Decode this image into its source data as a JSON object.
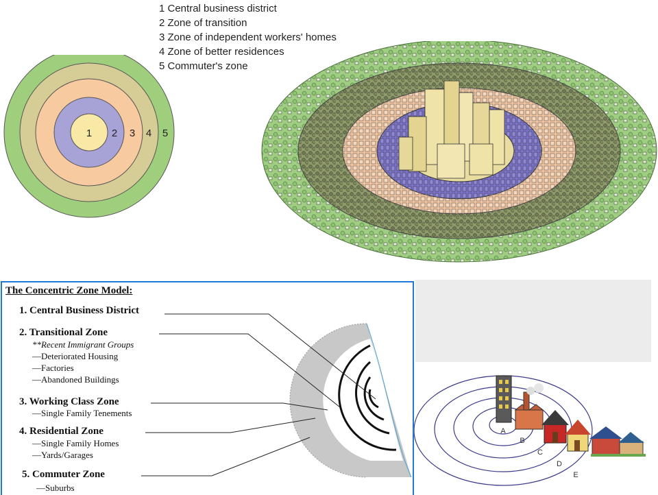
{
  "legend": {
    "items": [
      "1 Central business district",
      "2 Zone of transition",
      "3 Zone of independent workers' homes",
      "4 Zone of better residences",
      "5 Commuter's zone"
    ]
  },
  "rings": {
    "labels": [
      "1",
      "2",
      "3",
      "4",
      "5"
    ],
    "colors": [
      "#f9e9a6",
      "#a8a3d6",
      "#f8caa0",
      "#d6cc95",
      "#9fcf7d"
    ]
  },
  "model": {
    "title": "The Concentric Zone Model:",
    "zones": [
      {
        "label": "1.  Central Business District",
        "details": []
      },
      {
        "label": "2.  Transitional Zone",
        "details": [
          "**Recent Immigrant Groups",
          "—Deteriorated Housing",
          "—Factories",
          "—Abandoned Buildings"
        ]
      },
      {
        "label": "3.  Working Class Zone",
        "details": [
          "—Single Family Tenements"
        ]
      },
      {
        "label": "4.  Residential Zone",
        "details": [
          "—Single Family Homes",
          "—Yards/Garages"
        ]
      },
      {
        "label": "5.  Commuter Zone",
        "details": [
          "—Suburbs"
        ]
      }
    ]
  },
  "target": {
    "letters": [
      "A",
      "B",
      "C",
      "D",
      "E"
    ]
  }
}
